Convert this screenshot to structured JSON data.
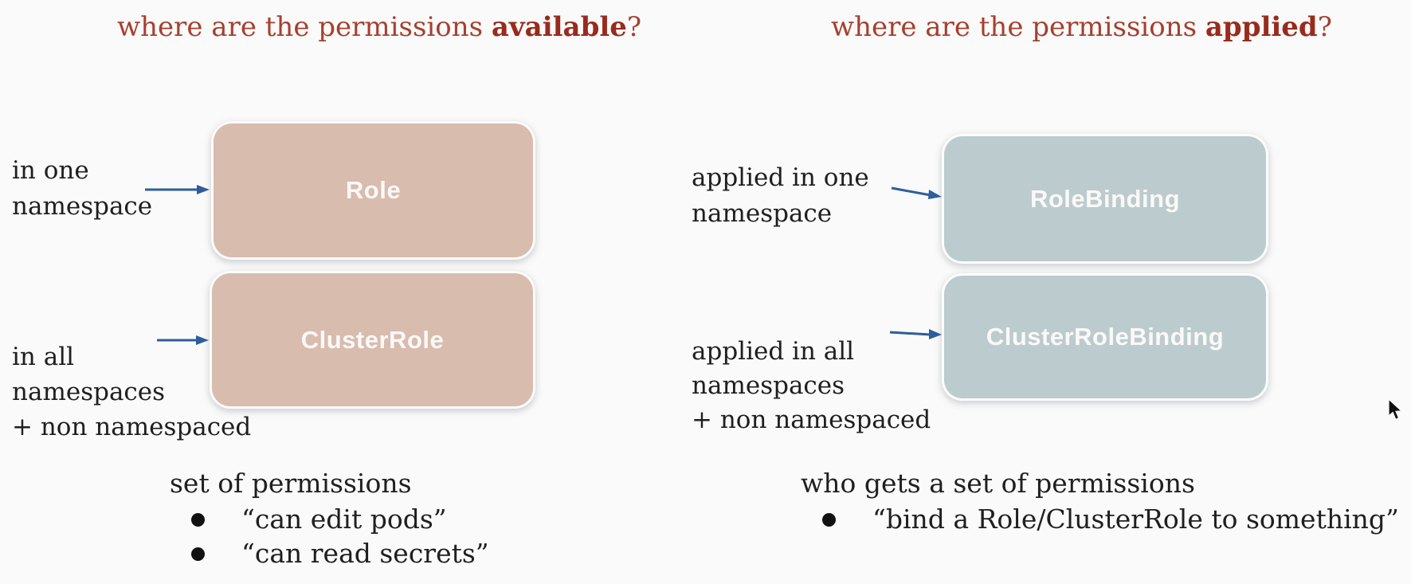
{
  "headers": {
    "left": {
      "prefix": "where are the permissions ",
      "emphasis": "available",
      "suffix": "?"
    },
    "right": {
      "prefix": "where are the permissions ",
      "emphasis": "applied",
      "suffix": "?"
    }
  },
  "left": {
    "boxes": [
      {
        "label": "Role"
      },
      {
        "label": "ClusterRole"
      }
    ],
    "annotations": {
      "one": {
        "line1": "in one",
        "line2": "namespace"
      },
      "all": {
        "line1": "in all",
        "line2": "namespaces",
        "line3": "+ non namespaced"
      }
    },
    "summary": {
      "title": "set of permissions",
      "bullets": [
        "“can edit pods”",
        "“can read secrets”"
      ]
    }
  },
  "right": {
    "boxes": [
      {
        "label": "RoleBinding"
      },
      {
        "label": "ClusterRoleBinding"
      }
    ],
    "annotations": {
      "one": {
        "line1": "applied in one",
        "line2": "namespace"
      },
      "all": {
        "line1": "applied in all",
        "line2": "namespaces",
        "line3": "+ non namespaced"
      }
    },
    "summary": {
      "title": "who gets a set of permissions",
      "bullets": [
        "“bind a Role/ClusterRole to something”"
      ]
    }
  },
  "colors": {
    "header_red": "#a6402f",
    "header_red_bold": "#992b1d",
    "role_box_fill": "#d8bcae",
    "binding_box_fill": "#bcccce",
    "arrow_blue": "#2e5d9b",
    "body_text": "#1f1f1f",
    "box_label_text": "#fbf9f8",
    "background": "#fafafa"
  },
  "icons": {
    "cursor": "mouse-pointer"
  }
}
